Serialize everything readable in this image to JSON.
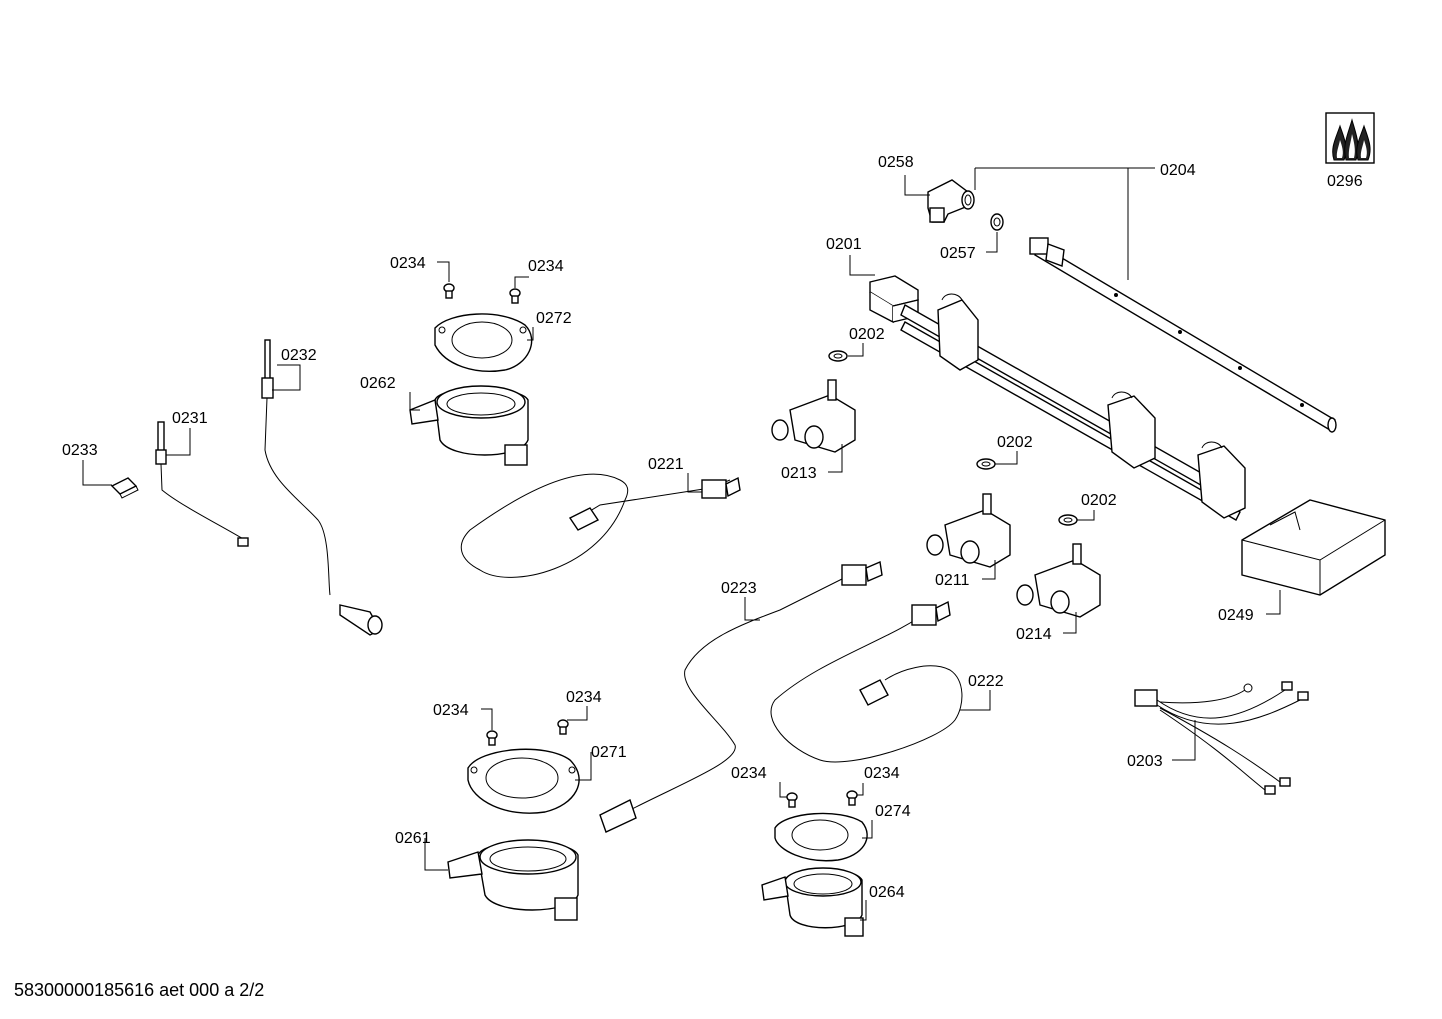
{
  "labels": {
    "p0258": "0258",
    "p0204": "0204",
    "p0296": "0296",
    "p0201": "0201",
    "p0257": "0257",
    "p0234a": "0234",
    "p0234b": "0234",
    "p0272": "0272",
    "p0232": "0232",
    "p0262": "0262",
    "p0202a": "0202",
    "p0231": "0231",
    "p0233": "0233",
    "p0221": "0221",
    "p0213": "0213",
    "p0202b": "0202",
    "p0202c": "0202",
    "p0211": "0211",
    "p0249": "0249",
    "p0223": "0223",
    "p0214": "0214",
    "p0222": "0222",
    "p0234c": "0234",
    "p0234d": "0234",
    "p0271": "0271",
    "p0203": "0203",
    "p0234e": "0234",
    "p0234f": "0234",
    "p0274": "0274",
    "p0261": "0261",
    "p0264": "0264"
  },
  "footer": {
    "document_id": "58300000185616 aet 000 a 2/2"
  },
  "icons": {
    "gas_logo": "three-flames-icon"
  }
}
